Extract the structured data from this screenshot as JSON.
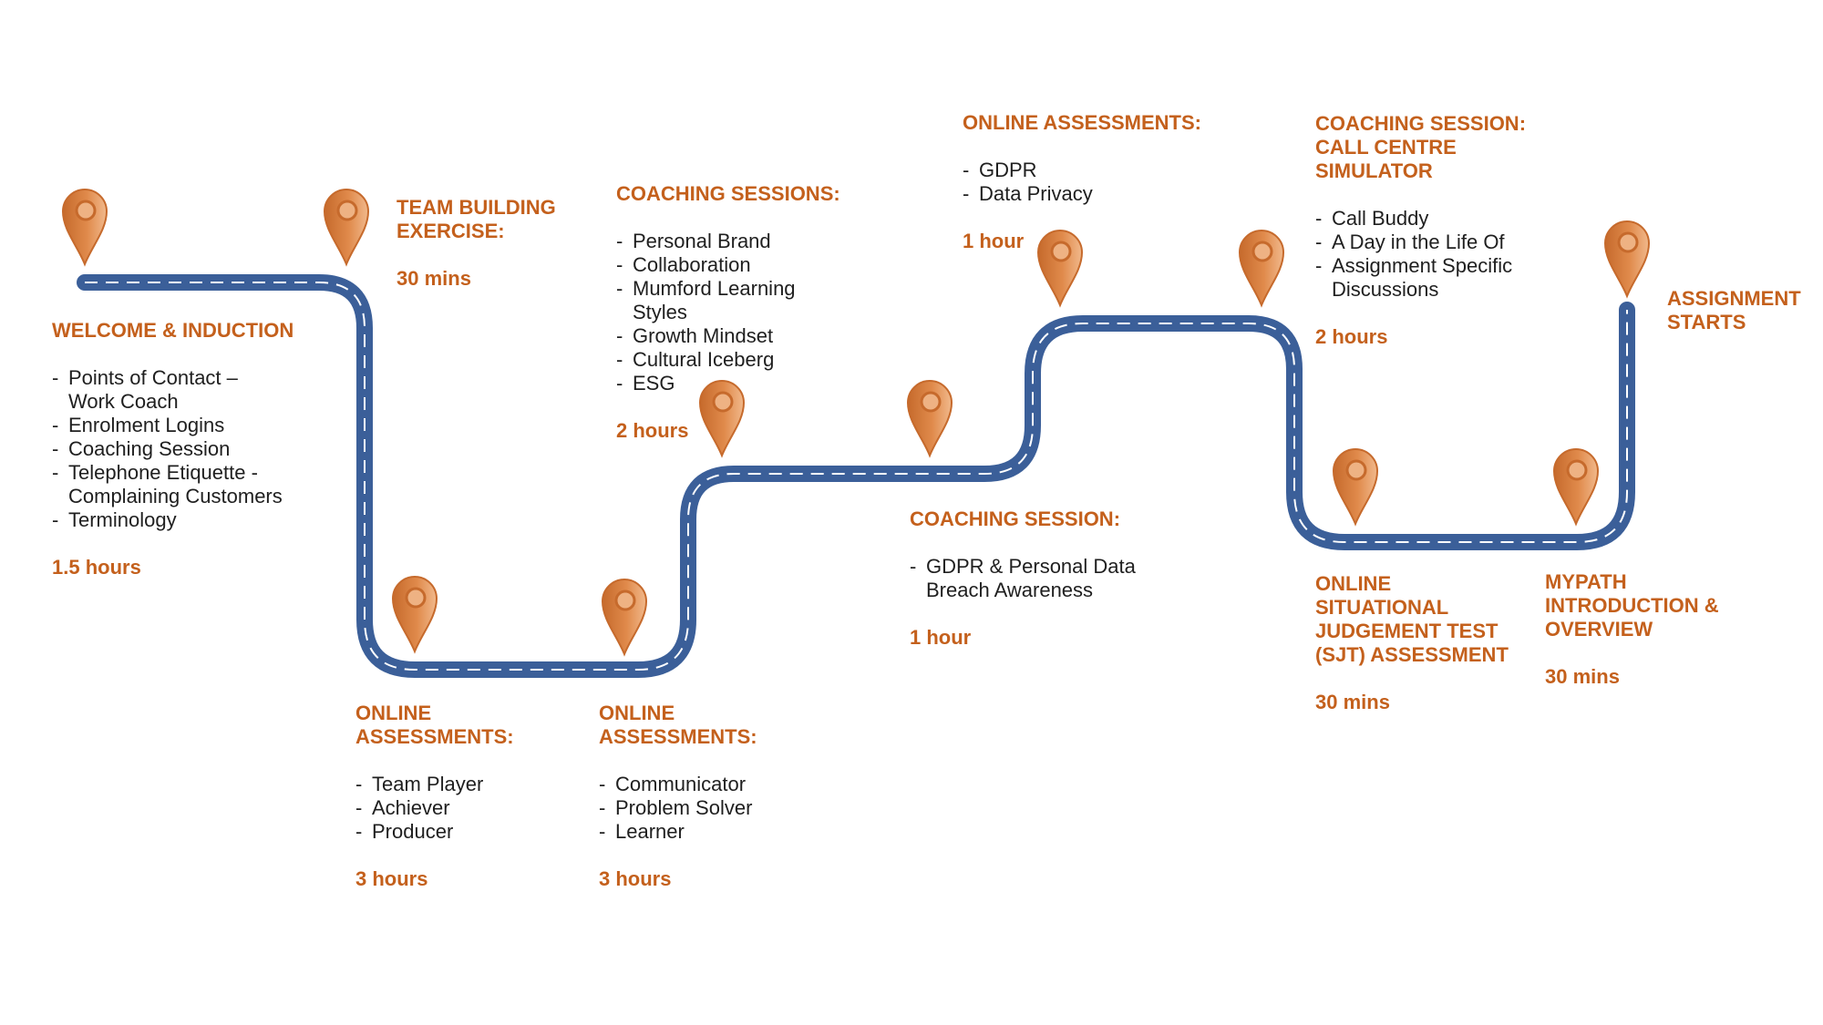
{
  "colors": {
    "road": "#3b5f99",
    "road_dash": "#ffffff",
    "pin_light": "#eeb283",
    "pin_dark": "#c66a2c",
    "heading": "#c4601c",
    "text": "#1f1f1f"
  },
  "icon": "map-pin-icon",
  "steps": [
    {
      "title": "WELCOME & INDUCTION",
      "items": [
        "Points of Contact –\nWork Coach",
        "Enrolment Logins",
        "Coaching Session",
        "Telephone Etiquette  -\nComplaining Customers",
        "Terminology"
      ],
      "duration": "1.5 hours"
    },
    {
      "title": "TEAM BUILDING\nEXERCISE:",
      "items": [],
      "duration": "30 mins"
    },
    {
      "title": "ONLINE\nASSESSMENTS:",
      "items": [
        "Team Player",
        "Achiever",
        "Producer"
      ],
      "duration": "3 hours"
    },
    {
      "title": "ONLINE\nASSESSMENTS:",
      "items": [
        "Communicator",
        "Problem Solver",
        "Learner"
      ],
      "duration": "3 hours"
    },
    {
      "title": "COACHING SESSIONS:",
      "items": [
        "Personal Brand",
        "Collaboration",
        "Mumford Learning\nStyles",
        "Growth Mindset",
        "Cultural Iceberg",
        "ESG"
      ],
      "duration": "2 hours"
    },
    {
      "title": "COACHING SESSION:",
      "items": [
        "GDPR & Personal Data\nBreach Awareness"
      ],
      "duration": "1 hour"
    },
    {
      "title": "ONLINE ASSESSMENTS:",
      "items": [
        "GDPR",
        "Data Privacy"
      ],
      "duration": "1 hour"
    },
    {
      "title": "COACHING SESSION:\nCALL CENTRE\nSIMULATOR",
      "items": [
        "Call Buddy",
        "A Day in the Life Of",
        "Assignment Specific\nDiscussions"
      ],
      "duration": "2 hours"
    },
    {
      "title": "ONLINE\nSITUATIONAL\nJUDGEMENT TEST\n(SJT) ASSESSMENT",
      "items": [],
      "duration": "30 mins"
    },
    {
      "title": "MYPATH\nINTRODUCTION &\nOVERVIEW",
      "items": [],
      "duration": "30 mins"
    },
    {
      "title": "ASSIGNMENT\nSTARTS",
      "items": [],
      "duration": ""
    }
  ]
}
